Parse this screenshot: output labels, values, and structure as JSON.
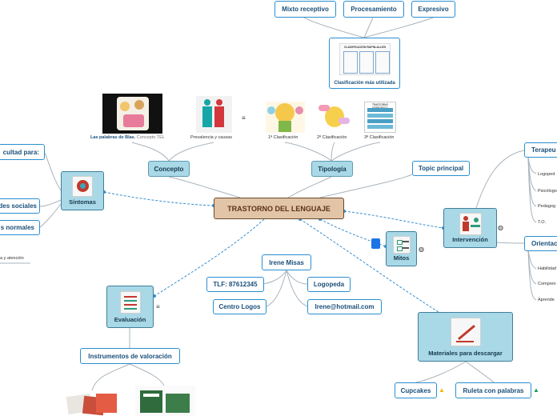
{
  "central": "TRASTORNO DEL LENGUAJE",
  "top_nodes": {
    "receptive": "Mixto receptivo",
    "processing": "Procesamiento",
    "expressive": "Expresivo"
  },
  "classification_card": {
    "caption": "Clasificación más utilizada",
    "sheet_title": "CLASIFICACIÓN RAPIN-ALLEN"
  },
  "concepto": {
    "label": "Concepto",
    "img1_caption_a": "Las palabras de Blas.",
    "img1_caption_b": "Concepto TEL",
    "img2_caption": "Prevalencia y causas"
  },
  "tipologia": {
    "label": "Tipología",
    "c1": "1ª Clasificación",
    "c2": "2ª Clasificación",
    "c3": "3ª Clasificación",
    "sheet3_title": "TRASTORNO ESPECÍFICO"
  },
  "topic": "Topic principal",
  "sintomas": {
    "label": "Síntomas",
    "b1": "cultad para:",
    "b2": "des sociales",
    "b3": "s normales",
    "b4": "a y atención"
  },
  "intervencion": {
    "label": "Intervención",
    "terapeu": "Terapeu",
    "terapeu_items": [
      "Logoped",
      "Psicólogo",
      "Pedagog",
      "T.O."
    ],
    "orientac": "Orientac",
    "orientac_items": [
      "Habilidad",
      "Compren",
      "Aprende"
    ]
  },
  "mitos": "Mitos",
  "contacto": {
    "name": "Irene Misas",
    "phone": "TLF: 87612345",
    "role": "Logopeda",
    "center": "Centro Logos",
    "email": "Irene@hotmail.com"
  },
  "evaluacion": {
    "label": "Evaluación",
    "tools": "Instrumentos de valoración"
  },
  "materiales": {
    "label": "Materiales para descargar",
    "cupcakes": "Cupcakes",
    "ruleta": "Ruleta con palabras"
  }
}
